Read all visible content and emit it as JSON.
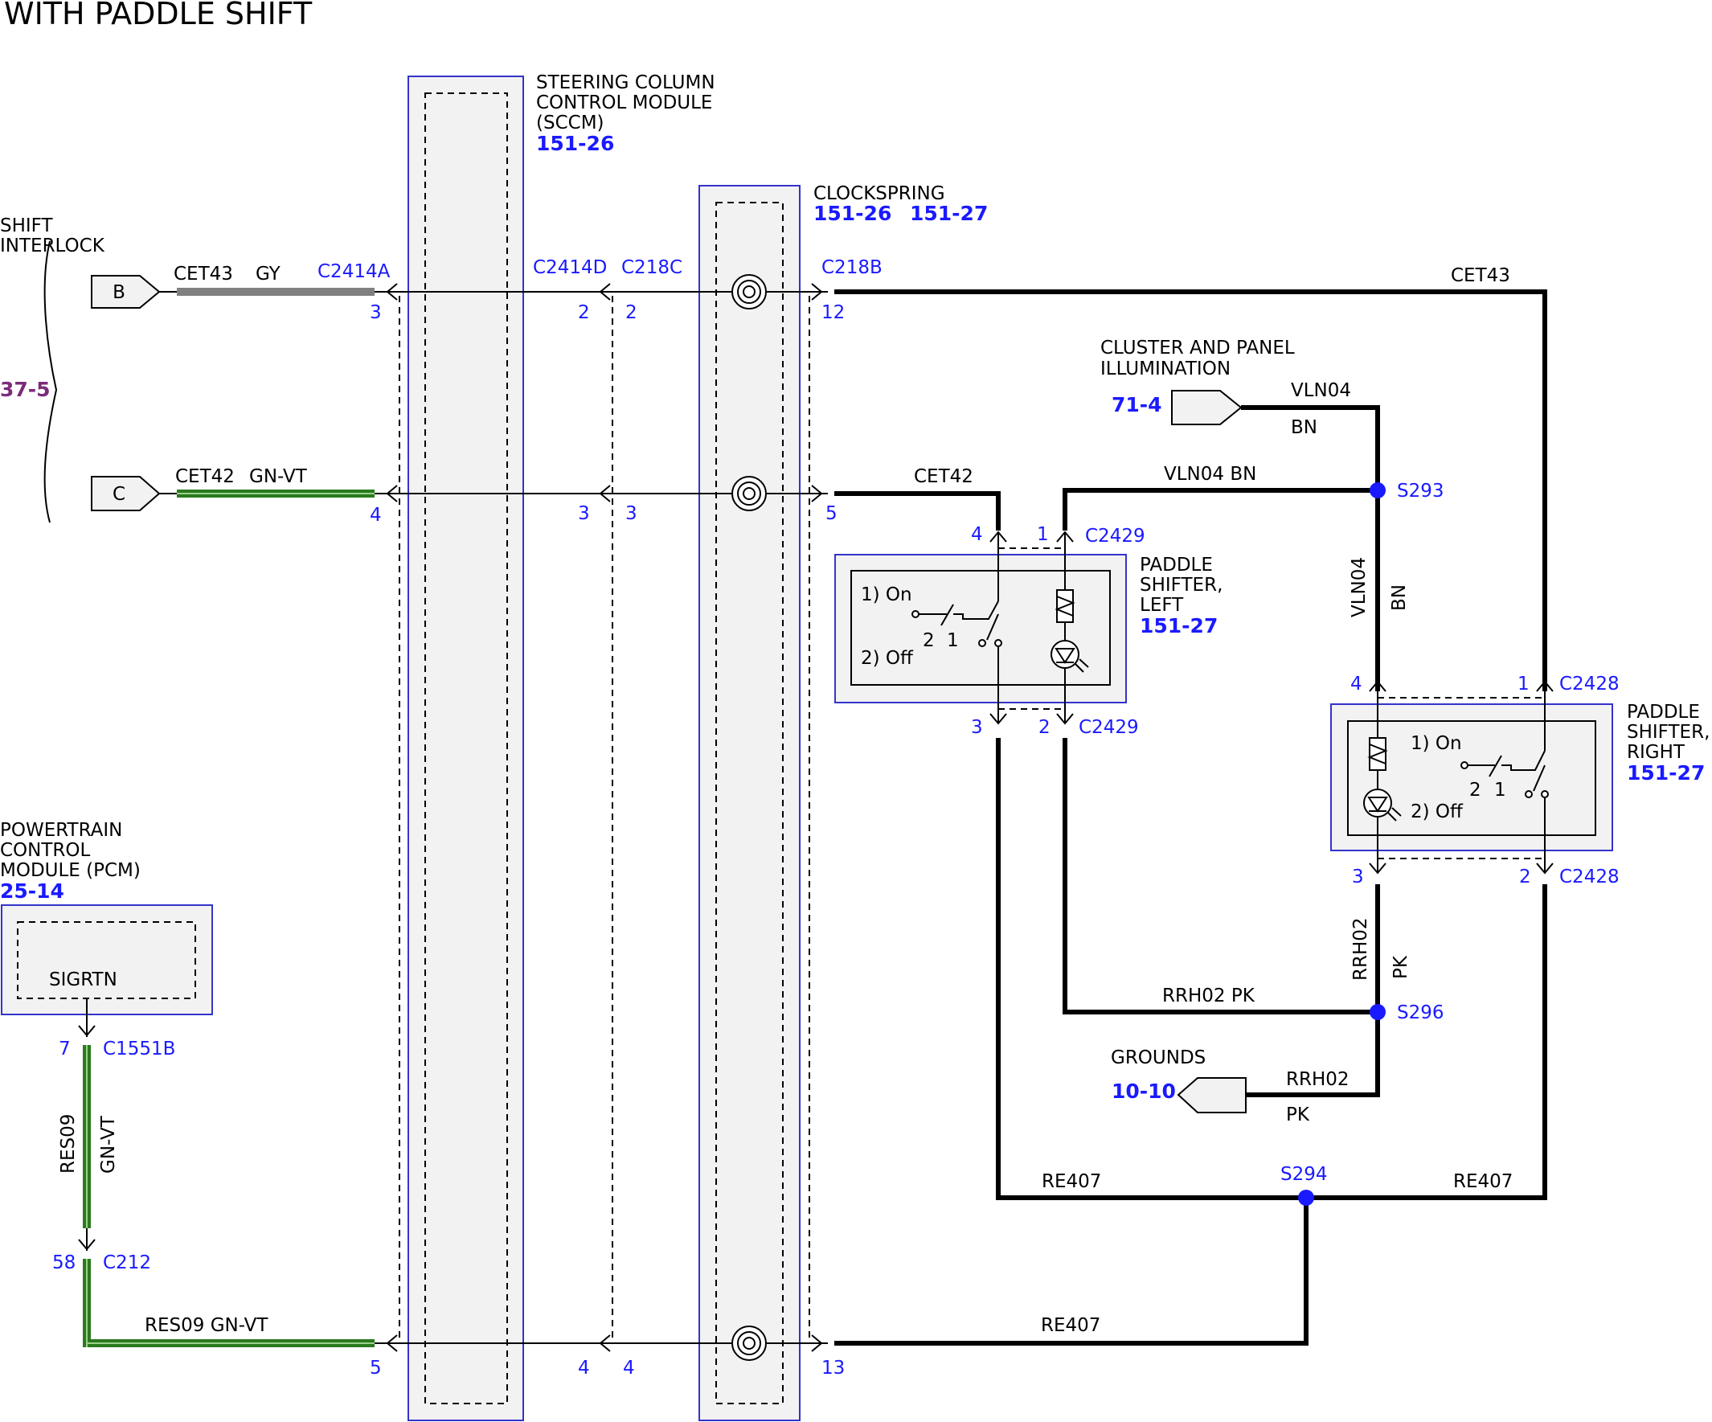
{
  "title": "WITH PADDLE SHIFT",
  "components": {
    "sccm": {
      "name_line1": "STEERING COLUMN",
      "name_line2": "CONTROL MODULE",
      "name_line3": "(SCCM)",
      "ref": "151-26"
    },
    "clockspring": {
      "name": "CLOCKSPRING",
      "ref1": "151-26",
      "ref2": "151-27"
    },
    "shift_interlock": {
      "name_line1": "SHIFT",
      "name_line2": "INTERLOCK",
      "ref": "37-5",
      "pin_b": "B",
      "pin_c": "C"
    },
    "cluster_illum": {
      "name_line1": "CLUSTER AND PANEL",
      "name_line2": "ILLUMINATION",
      "ref": "71-4"
    },
    "paddle_left": {
      "name_line1": "PADDLE",
      "name_line2": "SHIFTER,",
      "name_line3": "LEFT",
      "ref": "151-27",
      "on": "1) On",
      "off": "2) Off",
      "sw2": "2",
      "sw1": "1"
    },
    "paddle_right": {
      "name_line1": "PADDLE",
      "name_line2": "SHIFTER,",
      "name_line3": "RIGHT",
      "ref": "151-27",
      "on": "1) On",
      "off": "2) Off",
      "sw2": "2",
      "sw1": "1"
    },
    "pcm": {
      "name_line1": "POWERTRAIN",
      "name_line2": "CONTROL",
      "name_line3": "MODULE (PCM)",
      "ref": "25-14",
      "pin_label": "SIGRTN"
    },
    "grounds": {
      "name": "GROUNDS",
      "ref": "10-10"
    }
  },
  "connectors": {
    "c2414a": "C2414A",
    "c2414d": "C2414D",
    "c218c": "C218C",
    "c218b": "C218B",
    "c2429_top": "C2429",
    "c2429_bot": "C2429",
    "c2428_top": "C2428",
    "c2428_bot": "C2428",
    "c1551b": "C1551B",
    "c212": "C212"
  },
  "splices": {
    "s293": "S293",
    "s296": "S296",
    "s294": "S294"
  },
  "wires": {
    "cet43_left": "CET43",
    "gy": "GY",
    "cet43_right": "CET43",
    "cet42_left": "CET42",
    "gnvt_top": "GN-VT",
    "cet42_right": "CET42",
    "vln04_top": "VLN04",
    "bn_top": "BN",
    "vln04_bn": "VLN04 BN",
    "vln04_vert": "VLN04",
    "bn_vert": "BN",
    "rrh02_vert": "RRH02",
    "pk_vert": "PK",
    "rrh02_pk": "RRH02  PK",
    "rrh02_gnd": "RRH02",
    "pk_gnd": "PK",
    "re407_left": "RE407",
    "re407_right": "RE407",
    "re407_bottom": "RE407",
    "res09_vert": "RES09",
    "gnvt_vert": "GN-VT",
    "res09_gnvt": "RES09  GN-VT"
  },
  "pins": {
    "p3a": "3",
    "p4a": "4",
    "p5a": "5",
    "p2d": "2",
    "p3d": "3",
    "p4d": "4",
    "p2c": "2",
    "p3c": "3",
    "p4c": "4",
    "p12": "12",
    "p5b": "5",
    "p13": "13",
    "pl4": "4",
    "pl1": "1",
    "pl3": "3",
    "pl2": "2",
    "pr4": "4",
    "pr1": "1",
    "pr3": "3",
    "pr2": "2",
    "p7": "7",
    "p58": "58"
  }
}
